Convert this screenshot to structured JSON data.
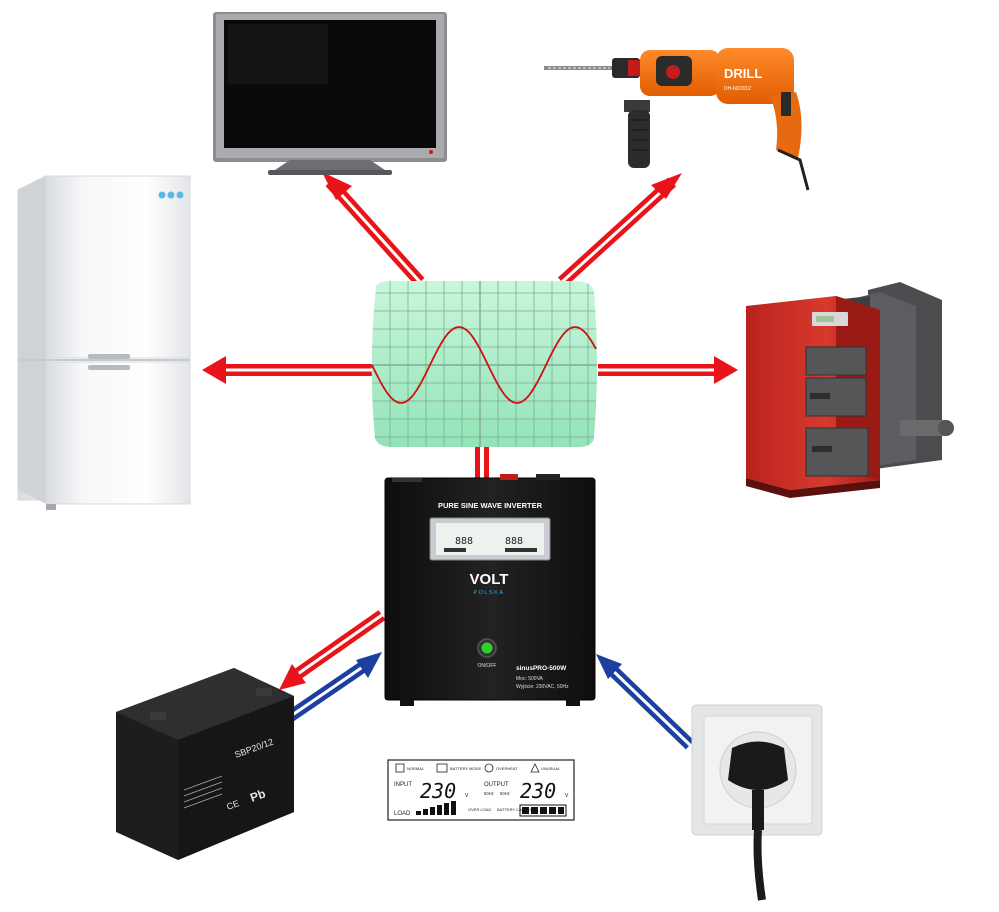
{
  "inverter": {
    "title": "PURE SINE WAVE INVERTER",
    "brand_main": "VOLT",
    "brand_sub": "POLSKA",
    "power_button_label": "ON/OFF",
    "model": "sinusPRO-500W",
    "spec_power": "Moc: 500VA",
    "spec_output": "Wyjście: 230VAC, 50Hz"
  },
  "lcd_panel": {
    "normal_label": "NORMAL",
    "battery_mode_label": "BATTERY MODE",
    "overheat_label": "OVERHEAT",
    "unusual_label": "UNUSUAL",
    "input_label": "INPUT",
    "input_value": "230",
    "input_unit": "V",
    "output_label": "OUTPUT",
    "output_value": "230",
    "output_unit": "V",
    "freq_in": "50Hz",
    "freq_out": "60Hz",
    "load_label": "LOAD",
    "overload_label": "OVER LOAD",
    "battery_capacity_label": "BATTERY CAPACITY"
  },
  "battery": {
    "model": "SBP20/12",
    "pb_mark": "Pb",
    "ce_mark": "CE"
  },
  "drill": {
    "brand": "DRILL",
    "model": "DH-60/2012"
  },
  "colors": {
    "power_arrow": "#e8141a",
    "charge_arrow": "#1d3fa0",
    "scope_bg": "#a8ecc6",
    "wave": "#cc1111",
    "inverter_body": "#151515"
  }
}
